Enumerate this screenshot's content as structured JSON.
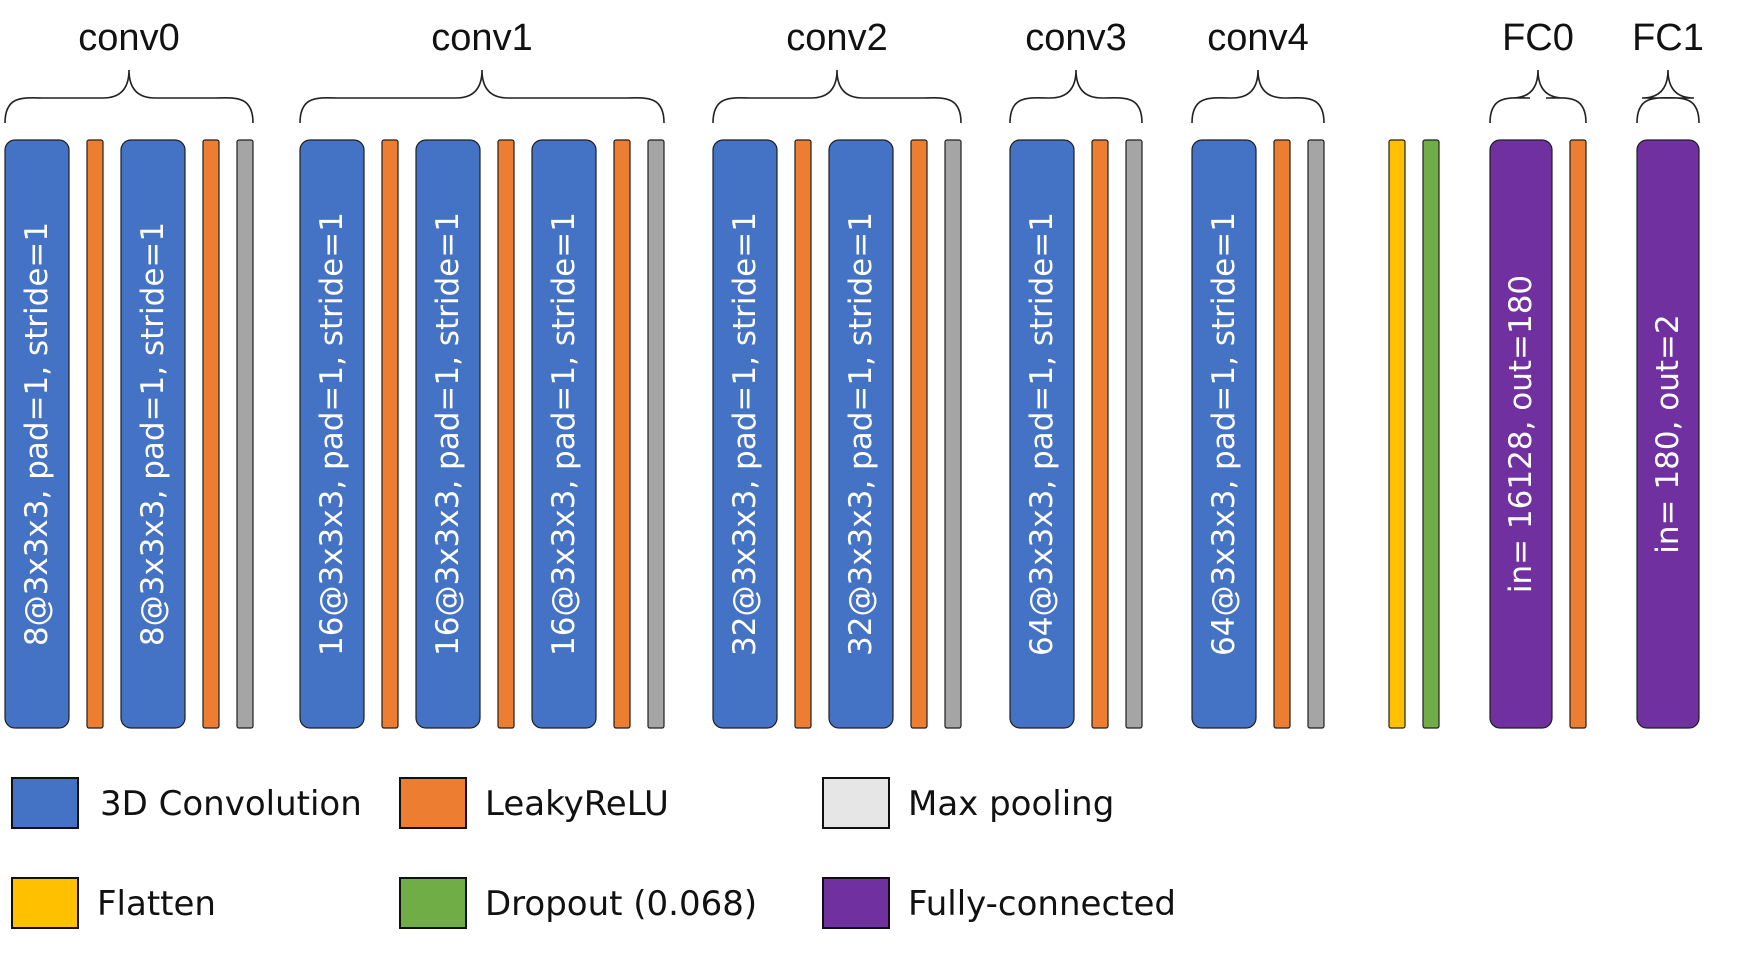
{
  "colors": {
    "conv": "#4472C4",
    "leakyrelu": "#ED7D31",
    "maxpool": "#A5A5A5",
    "flatten": "#FFC000",
    "dropout": "#70AD47",
    "fc": "#7030A0",
    "legend_maxpool": "#E7E6E6",
    "border": "#1F1F1F"
  },
  "groups": [
    {
      "label": "conv0",
      "layers": [
        {
          "type": "conv",
          "text": "8@3x3x3, pad=1, stride=1"
        },
        {
          "type": "leakyrelu"
        },
        {
          "type": "conv",
          "text": "8@3x3x3, pad=1, stride=1"
        },
        {
          "type": "leakyrelu"
        },
        {
          "type": "maxpool"
        }
      ]
    },
    {
      "label": "conv1",
      "layers": [
        {
          "type": "conv",
          "text": "16@3x3x3, pad=1, stride=1"
        },
        {
          "type": "leakyrelu"
        },
        {
          "type": "conv",
          "text": "16@3x3x3, pad=1, stride=1"
        },
        {
          "type": "leakyrelu"
        },
        {
          "type": "conv",
          "text": "16@3x3x3, pad=1, stride=1"
        },
        {
          "type": "leakyrelu"
        },
        {
          "type": "maxpool"
        }
      ]
    },
    {
      "label": "conv2",
      "layers": [
        {
          "type": "conv",
          "text": "32@3x3x3, pad=1, stride=1"
        },
        {
          "type": "leakyrelu"
        },
        {
          "type": "conv",
          "text": "32@3x3x3, pad=1, stride=1"
        },
        {
          "type": "leakyrelu"
        },
        {
          "type": "maxpool"
        }
      ]
    },
    {
      "label": "conv3",
      "layers": [
        {
          "type": "conv",
          "text": "64@3x3x3, pad=1, stride=1"
        },
        {
          "type": "leakyrelu"
        },
        {
          "type": "maxpool"
        }
      ]
    },
    {
      "label": "conv4",
      "layers": [
        {
          "type": "conv",
          "text": "64@3x3x3, pad=1, stride=1"
        },
        {
          "type": "leakyrelu"
        },
        {
          "type": "maxpool"
        }
      ]
    },
    {
      "label": "",
      "layers": [
        {
          "type": "flatten"
        },
        {
          "type": "dropout"
        }
      ]
    },
    {
      "label": "FC0",
      "layers": [
        {
          "type": "fc",
          "text": "in= 16128, out=180"
        },
        {
          "type": "leakyrelu"
        }
      ]
    },
    {
      "label": "FC1",
      "layers": [
        {
          "type": "fc",
          "text": "in= 180, out=2"
        }
      ]
    }
  ],
  "legend": [
    {
      "type": "conv",
      "label": "3D Convolution"
    },
    {
      "type": "leakyrelu",
      "label": "LeakyReLU"
    },
    {
      "type": "maxpool",
      "label": "Max pooling"
    },
    {
      "type": "flatten",
      "label": "Flatten"
    },
    {
      "type": "dropout",
      "label": "Dropout (0.068)"
    },
    {
      "type": "fc",
      "label": "Fully-connected"
    }
  ]
}
